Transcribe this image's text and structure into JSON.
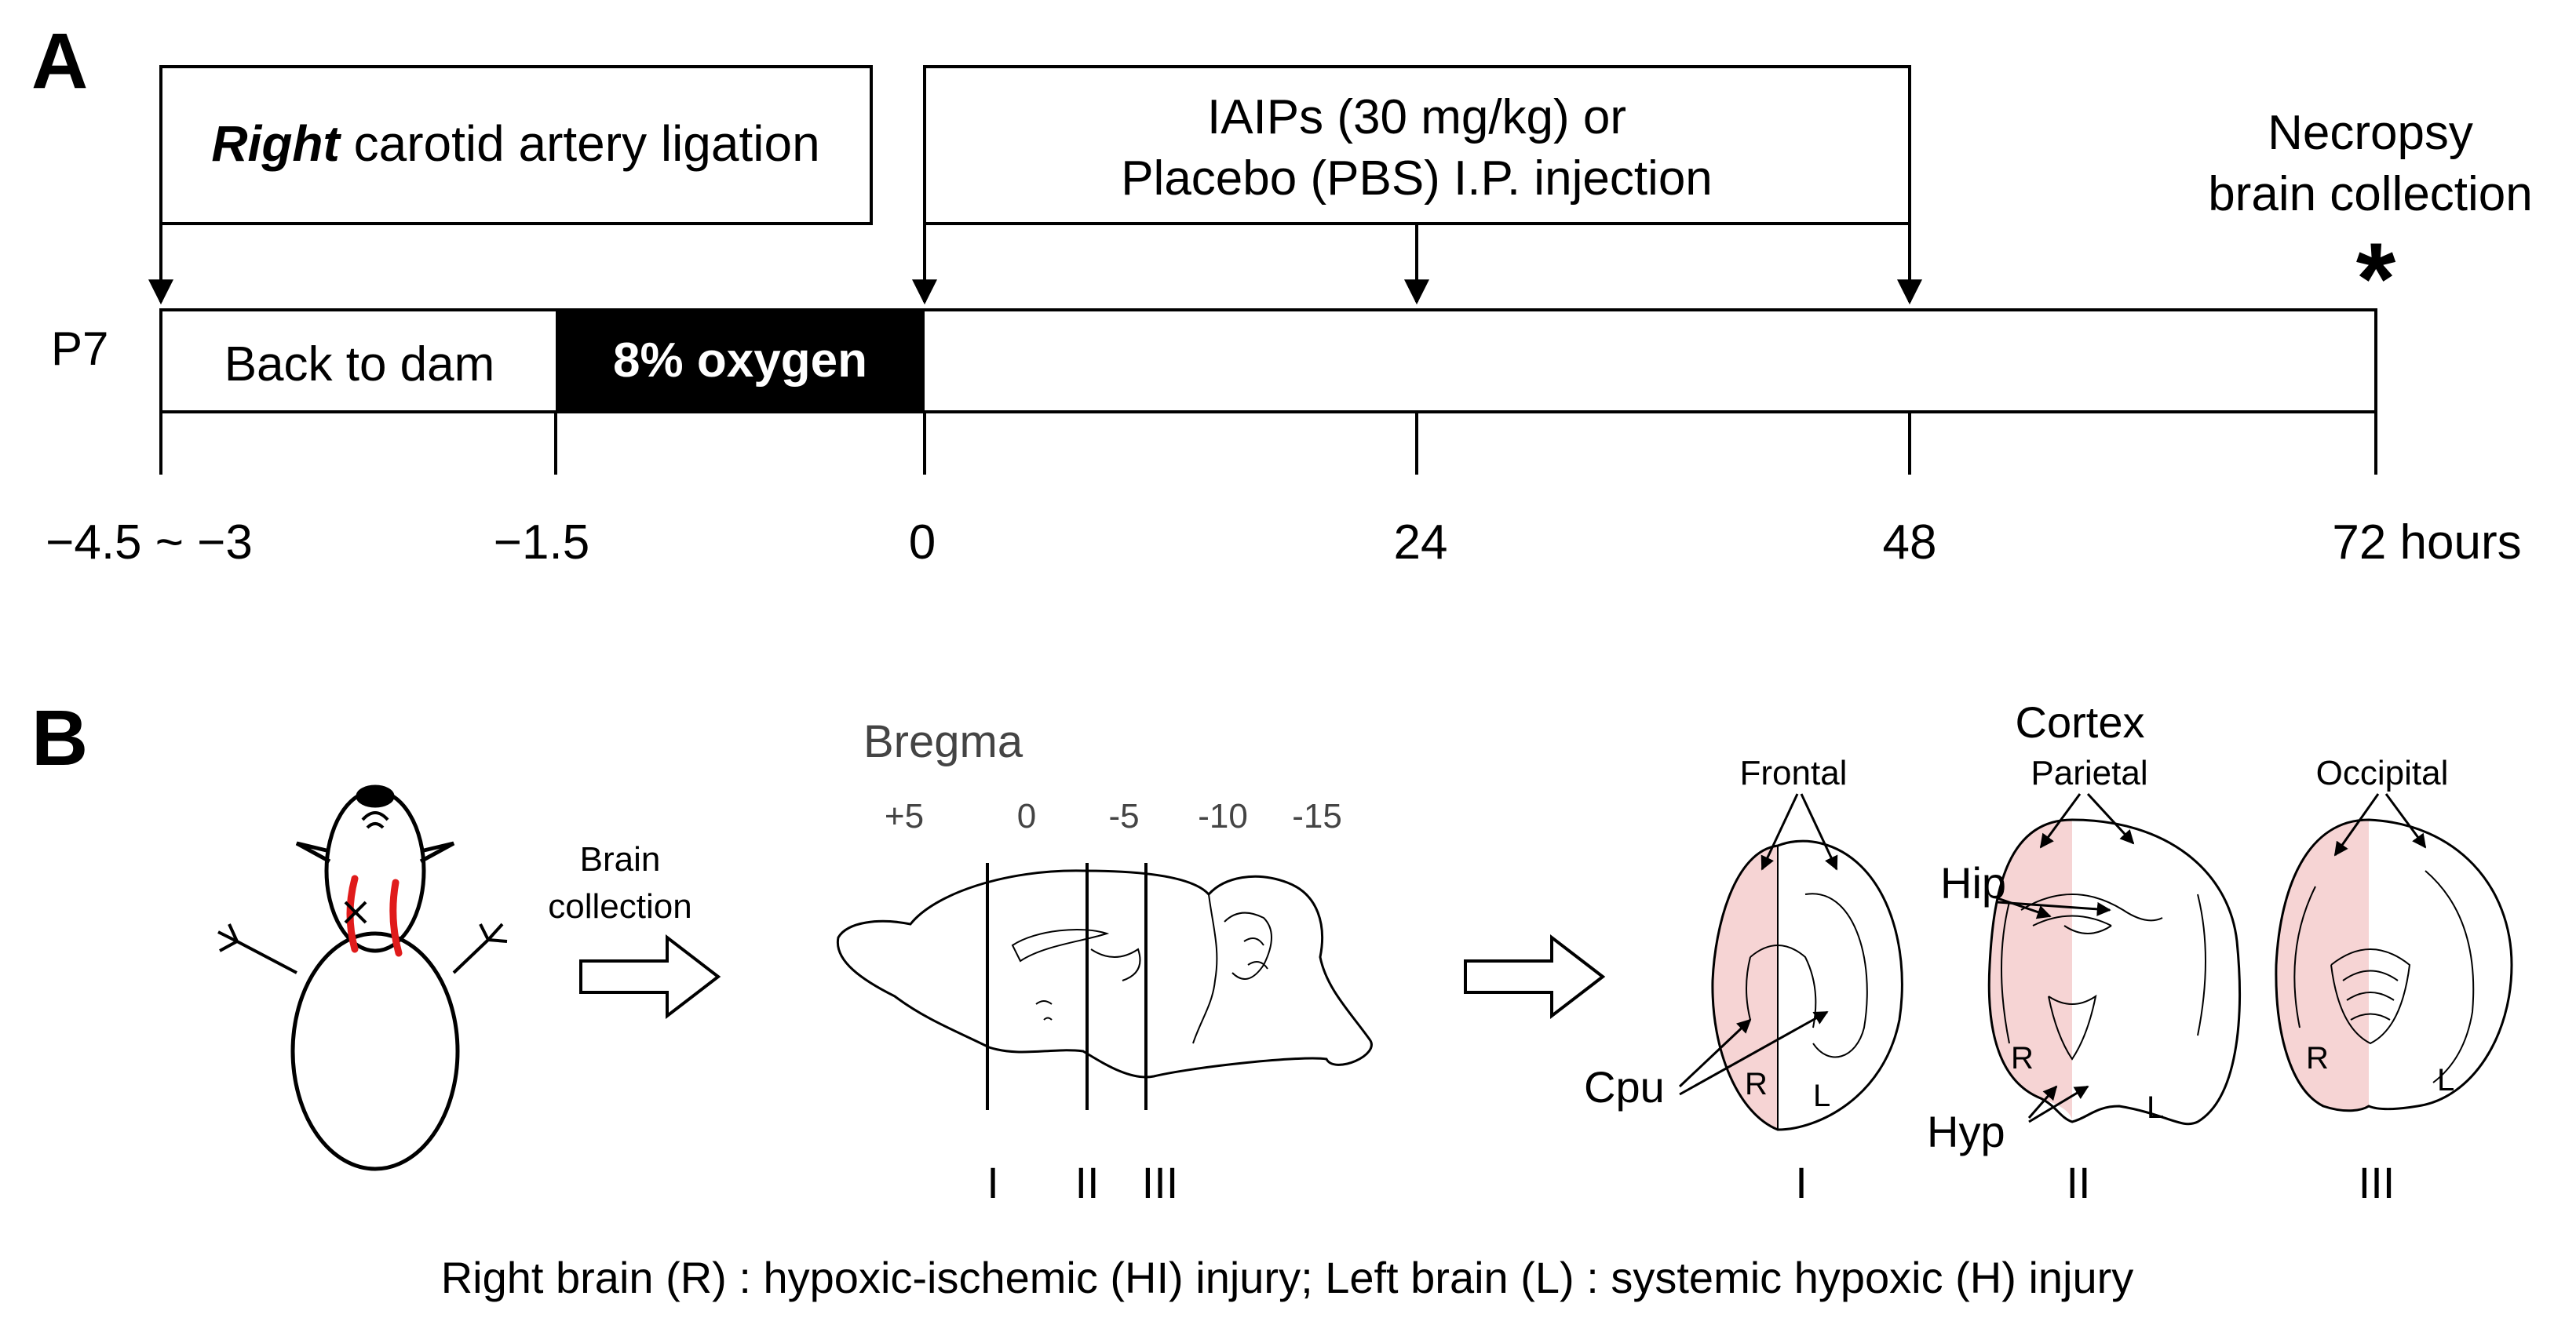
{
  "panel_a": {
    "label": "A",
    "ligation_box": {
      "bold": "Right",
      "rest": " carotid artery ligation"
    },
    "injection_box": {
      "line1": "IAIPs (30 mg/kg) or",
      "line2": "Placebo (PBS) I.P. injection"
    },
    "necropsy": {
      "line1": "Necropsy",
      "line2": "brain collection",
      "marker": "*"
    },
    "age_label": "P7",
    "segment_back_to_dam": "Back to dam",
    "segment_oxygen": "8% oxygen",
    "ticks": {
      "t1": "−4.5 ~ −3",
      "t2": "−1.5",
      "t3": "0",
      "t4": "24",
      "t5": "48",
      "t6": "72 hours"
    }
  },
  "panel_b": {
    "label": "B",
    "brain_collection_line1": "Brain",
    "brain_collection_line2": "collection",
    "bregma_title": "Bregma",
    "bregma_values": {
      "b1": "+5",
      "b2": "0",
      "b3": "-5",
      "b4": "-10",
      "b5": "-15"
    },
    "section_labels": {
      "s1": "I",
      "s2": "II",
      "s3": "III"
    },
    "coronal_labels": {
      "c1": "I",
      "c2": "II",
      "c3": "III"
    },
    "cortex_title": "Cortex",
    "regions": {
      "frontal": "Frontal",
      "parietal": "Parietal",
      "occipital": "Occipital",
      "hip": "Hip",
      "cpu": "Cpu",
      "hyp": "Hyp",
      "right": "R",
      "left": "L"
    },
    "caption": "Right brain (R) : hypoxic-ischemic (HI) injury; Left brain (L) : systemic hypoxic (H) injury"
  },
  "colors": {
    "ink": "#000000",
    "oxygen_bar": "#000000",
    "ligature": "#e01b1b",
    "injured_hemisphere": "#f6d4d4",
    "muted_text": "#444444"
  }
}
